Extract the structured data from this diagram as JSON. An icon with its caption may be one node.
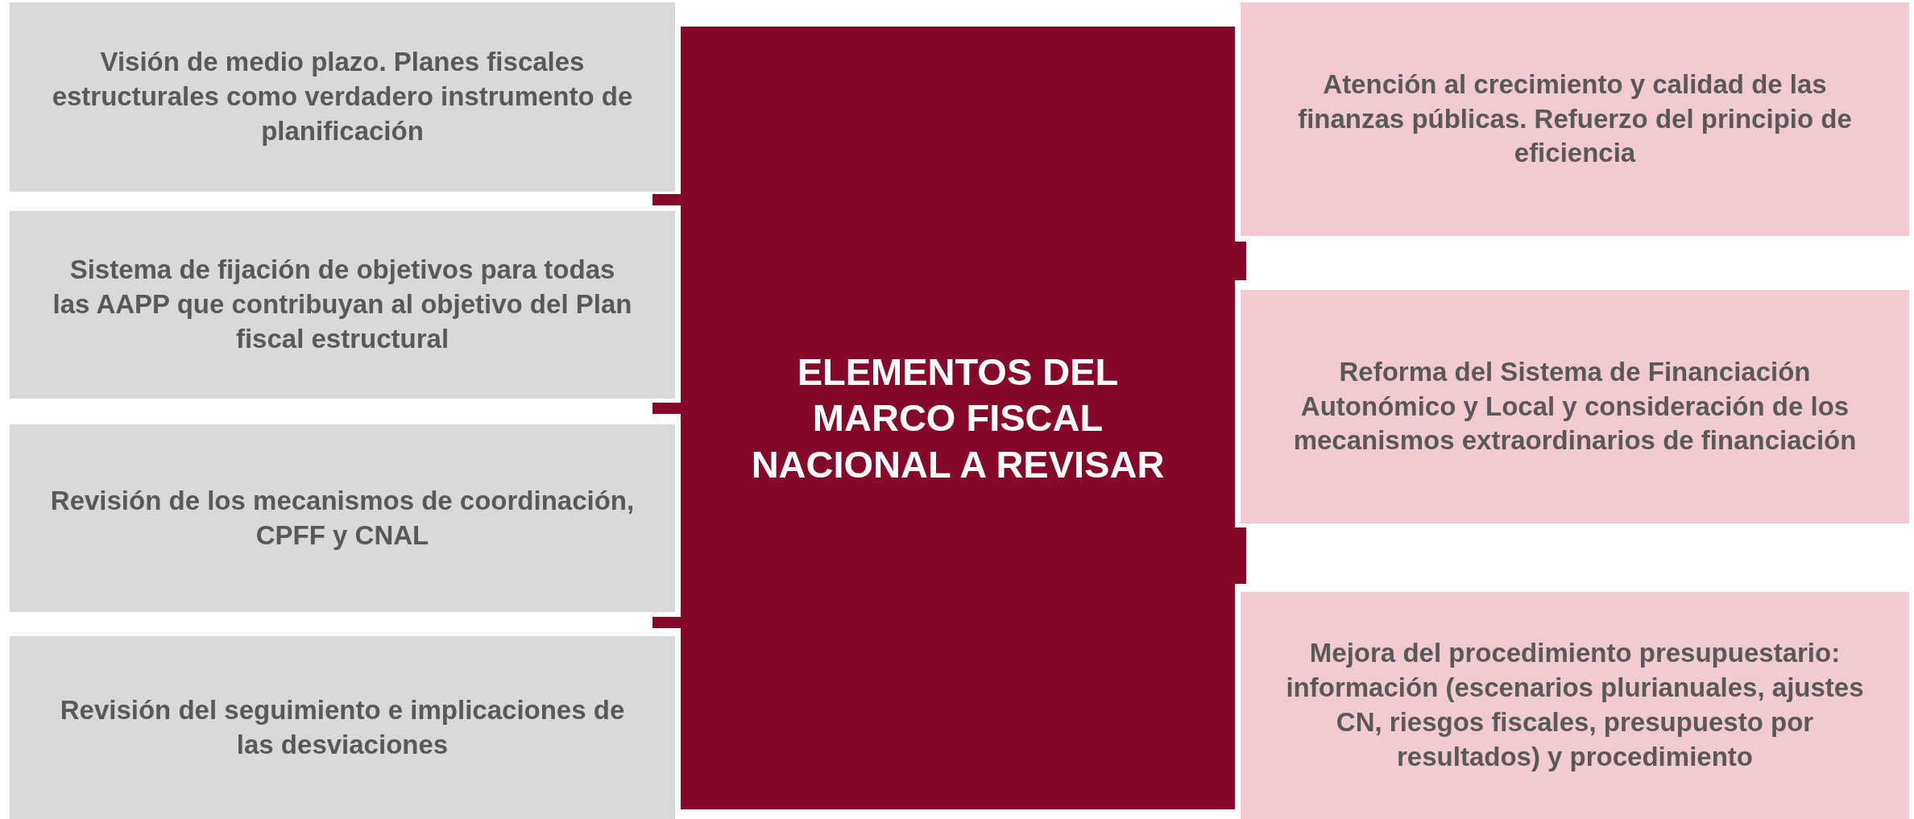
{
  "diagram": {
    "nodes": [
      {
        "text": [
          "Visión de medio plazo. Planes fiscales estructurales como verdadero instrumento de planificación"
        ]
      },
      {
        "text": [
          "Sistema de fijación de objetivos para todas las AAPP que contribuyan al objetivo del Plan fiscal estructural"
        ]
      },
      {
        "text": [
          "Revisión de los mecanismos de coordinación, CPFF y CNAL"
        ]
      },
      {
        "text": [
          "Revisión del seguimiento e implicaciones de las desviaciones"
        ]
      },
      {
        "text": [
          "ELEMENTOS DEL MARCO FISCAL NACIONAL A REVISAR"
        ]
      },
      {
        "text": [
          "Atención al crecimiento y calidad de las finanzas públicas. Refuerzo del principio de eficiencia"
        ]
      },
      {
        "text": [
          "Reforma del Sistema de Financiación Autonómico y Local  y consideración de los mecanismos extraordinarios de financiación"
        ]
      },
      {
        "text": [
          "Mejora del procedimiento presupuestario: información (escenarios plurianuales, ajustes CN, riesgos fiscales, presupuesto por resultados) y procedimiento"
        ]
      }
    ]
  }
}
